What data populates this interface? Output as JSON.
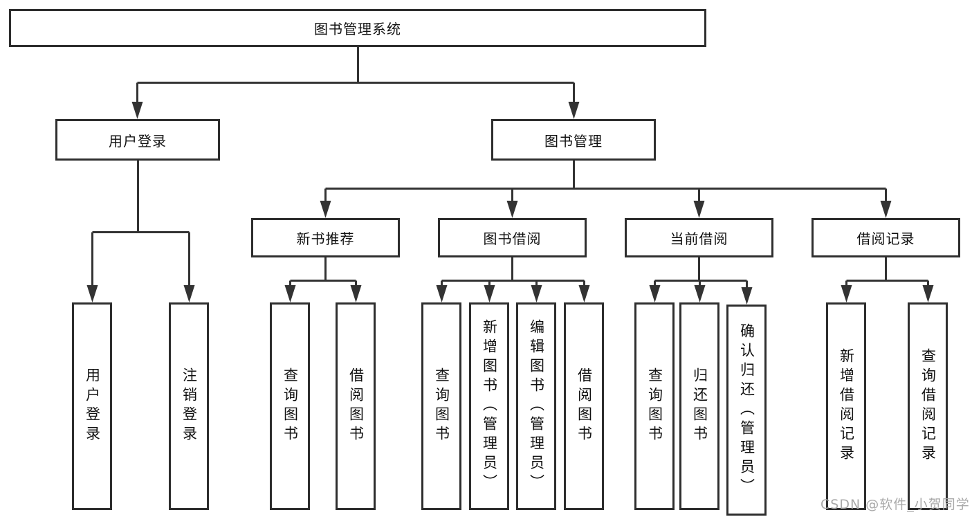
{
  "diagram": {
    "root": "图书管理系统",
    "user_branch": {
      "label": "用户登录",
      "leaves": [
        "用户登录",
        "注销登录"
      ]
    },
    "mgmt_branch": {
      "label": "图书管理",
      "children": [
        {
          "label": "新书推荐",
          "leaves": [
            "查询图书",
            "借阅图书"
          ]
        },
        {
          "label": "图书借阅",
          "leaves": [
            "查询图书",
            "新增图书（管理员）",
            "编辑图书（管理员）",
            "借阅图书"
          ]
        },
        {
          "label": "当前借阅",
          "leaves": [
            "查询图书",
            "归还图书",
            "确认归还（管理员）"
          ]
        },
        {
          "label": "借阅记录",
          "leaves": [
            "新增借阅记录",
            "查询借阅记录"
          ]
        }
      ]
    }
  },
  "watermark": "CSDN @软件_小贺同学",
  "colors": {
    "line": "#333333",
    "border": "#2e2e2e",
    "text": "#111111",
    "watermark": "#a9a9a9",
    "background": "#ffffff"
  }
}
